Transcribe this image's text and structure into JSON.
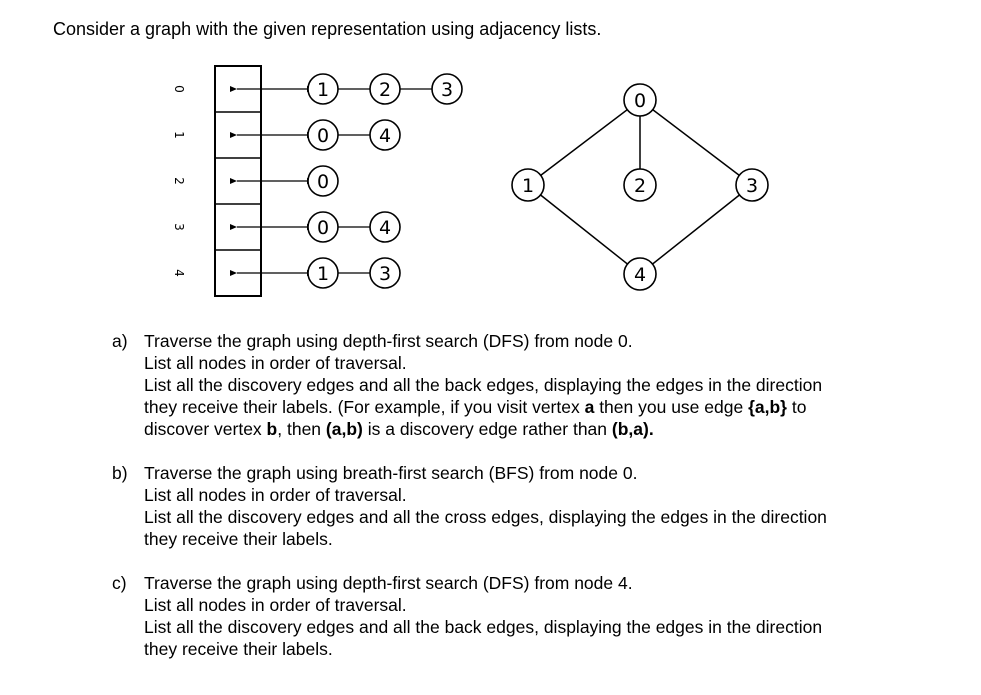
{
  "heading": "Consider a graph with the given representation using adjacency lists.",
  "adjacency": {
    "indices": [
      "0",
      "1",
      "2",
      "3",
      "4"
    ],
    "lists": [
      [
        "1",
        "2",
        "3"
      ],
      [
        "0",
        "4"
      ],
      [
        "0"
      ],
      [
        "0",
        "4"
      ],
      [
        "1",
        "3"
      ]
    ]
  },
  "graph": {
    "nodes": [
      "0",
      "1",
      "2",
      "3",
      "4"
    ]
  },
  "questions": {
    "a": {
      "letter": "a)",
      "lines": [
        "Traverse the graph using depth-first search (DFS) from node 0.",
        "List all nodes in order of traversal.",
        "List all the discovery edges and all the back edges, displaying the edges in the direction"
      ],
      "l4_pre": "they receive their labels. (For example, if you visit vertex ",
      "l4_b1": "a",
      "l4_mid": " then you use edge ",
      "l4_b2": "{a,b}",
      "l4_post": " to",
      "l5_pre": "discover vertex ",
      "l5_b1": "b",
      "l5_mid1": ", then ",
      "l5_b2": "(a,b)",
      "l5_mid2": " is a discovery edge rather than ",
      "l5_b3": "(b,a)."
    },
    "b": {
      "letter": "b)",
      "lines": [
        "Traverse the graph using breath-first search (BFS) from node 0.",
        "List all nodes in order of traversal.",
        "List all the discovery edges and all the cross edges, displaying the edges in the direction",
        "they receive their labels."
      ]
    },
    "c": {
      "letter": "c)",
      "lines": [
        "Traverse the graph using depth-first search (DFS) from node 4.",
        "List all nodes in order of traversal.",
        "List all the discovery edges and all the back edges, displaying the edges in the direction",
        "they receive their labels."
      ]
    }
  }
}
